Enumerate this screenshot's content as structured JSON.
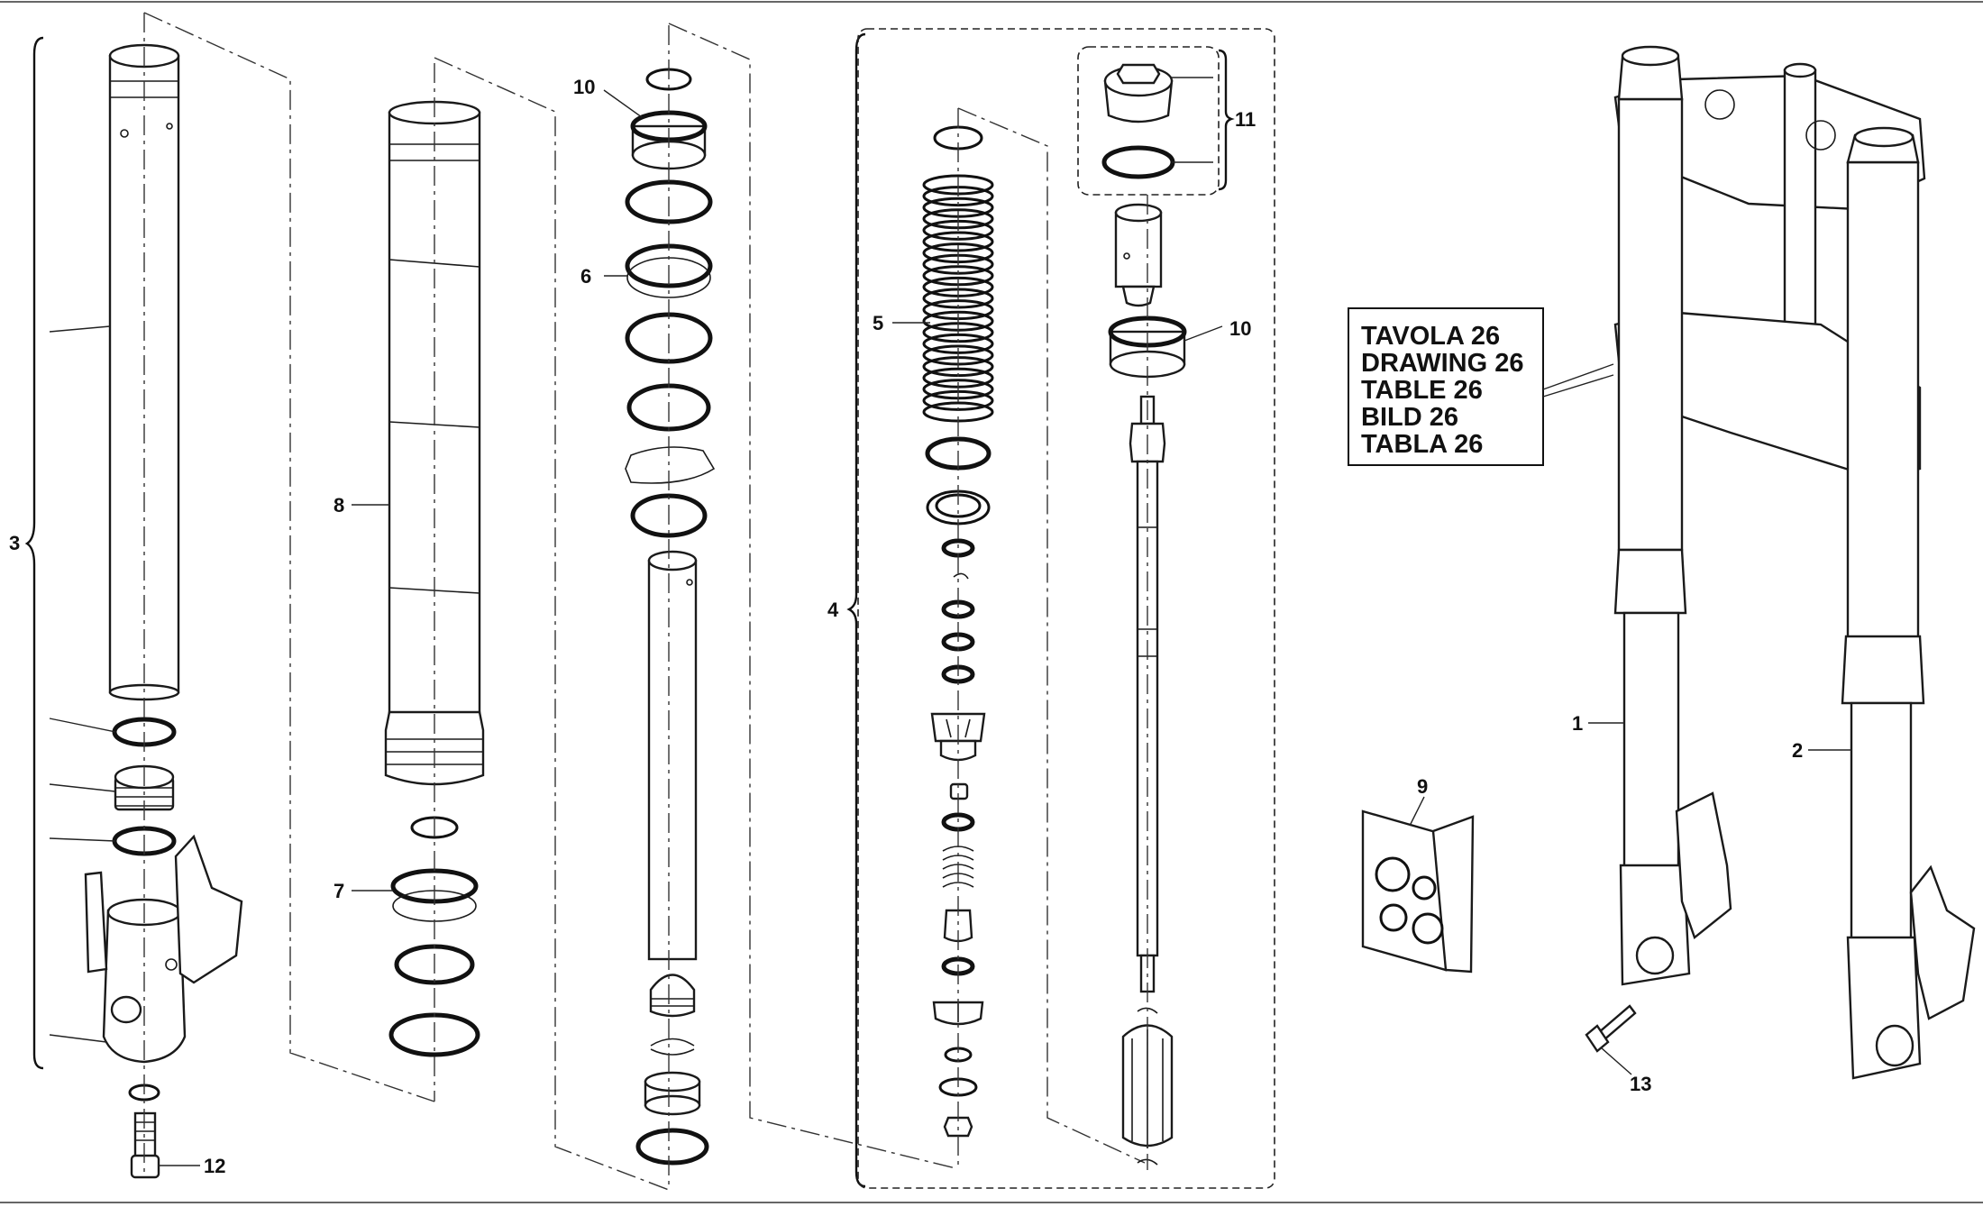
{
  "callouts": {
    "c1": "1",
    "c2": "2",
    "c3": "3",
    "c4": "4",
    "c5": "5",
    "c6": "6",
    "c7": "7",
    "c8": "8",
    "c9": "9",
    "c10a": "10",
    "c10b": "10",
    "c11": "11",
    "c12": "12",
    "c13": "13"
  },
  "reference_box": {
    "lines": [
      "TAVOLA 26",
      "DRAWING 26",
      "TABLE 26",
      "BILD 26",
      "TABLA 26"
    ]
  },
  "colors": {
    "line": "#1a1a1a",
    "background": "#ffffff",
    "fill_grey": "#e6e6e6"
  }
}
